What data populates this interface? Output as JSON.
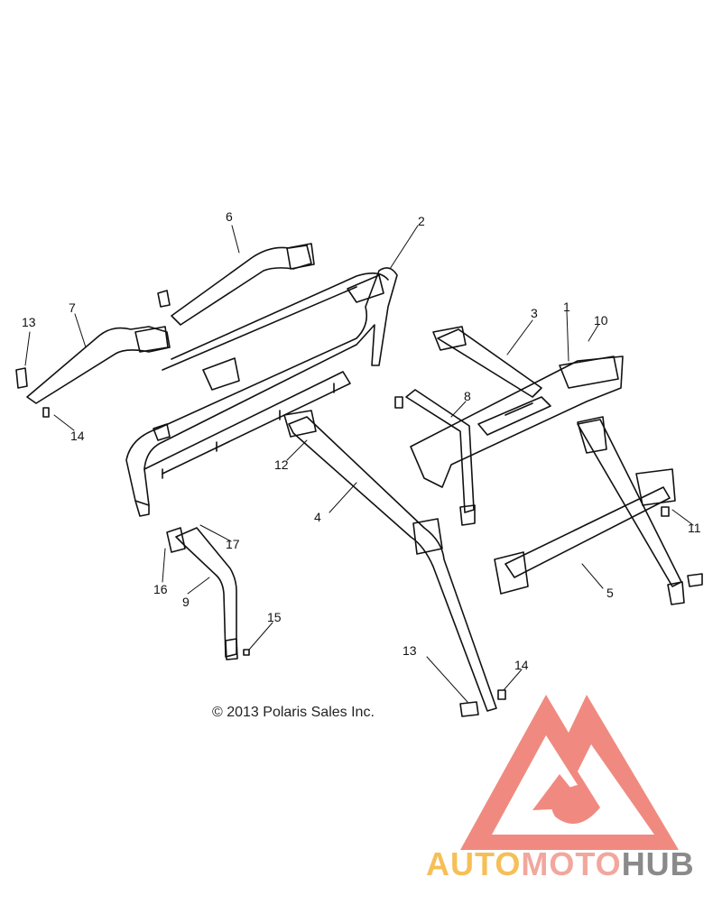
{
  "diagram": {
    "callouts": [
      "1",
      "2",
      "3",
      "4",
      "5",
      "6",
      "7",
      "8",
      "9",
      "10",
      "11",
      "12",
      "13",
      "13",
      "14",
      "14",
      "15",
      "16",
      "17"
    ],
    "copyright": "© 2013 Polaris Sales Inc.",
    "logo": {
      "word_part1": "AUTO",
      "word_part2": "MOTO",
      "word_part3": "HUB",
      "colors": {
        "auto": "#f6bf57",
        "moto": "#f2a79d",
        "hub": "#8a8a8a",
        "mark": "#f08a80"
      }
    }
  }
}
